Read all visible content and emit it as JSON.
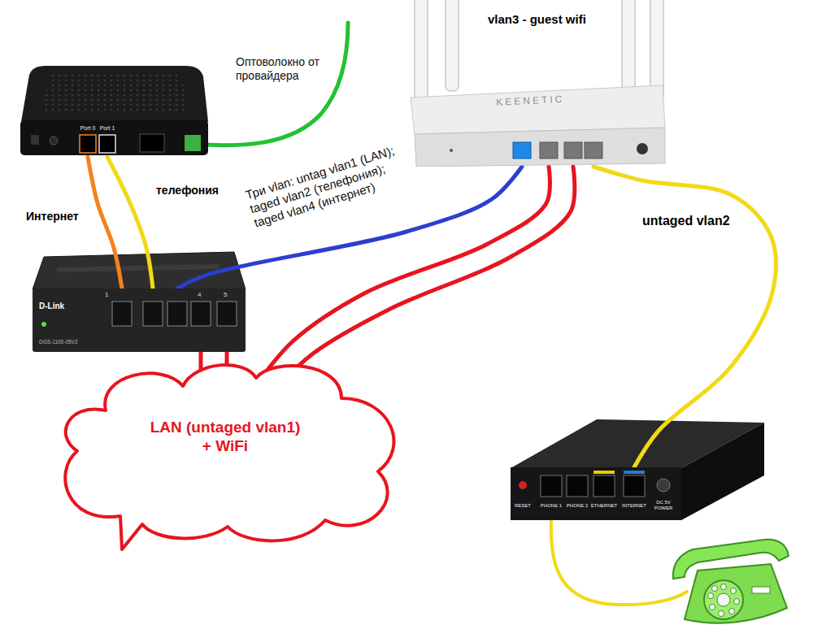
{
  "diagram": {
    "nodes": [
      {
        "text": [
          "Port 0",
          "Port 1"
        ]
      },
      {
        "text": [
          "vlan3 - guest wifi",
          "KEENETIC"
        ]
      },
      {
        "text": [
          "D-Link",
          "1",
          "4",
          "5",
          "DGS-1100-05V2"
        ]
      },
      {
        "text": [
          "LAN (untaged vlan1) + WiFi"
        ]
      },
      {
        "text": [
          "RESET",
          "PHONE 1",
          "PHONE 2",
          "ETHERNET",
          "INTERNET",
          "DC 5V POWER"
        ]
      }
    ],
    "edges": [
      {
        "from": 0,
        "to": 2,
        "arrow": "none",
        "label": "Интернет"
      },
      {
        "from": 0,
        "to": 2,
        "arrow": "none",
        "label": "телефония"
      },
      {
        "from": 2,
        "to": 1,
        "arrow": "none",
        "label": "Три vlan: untag vlan1 (LAN); taged vlan2 (телефония); taged vlan4 (интернет)"
      },
      {
        "from": 2,
        "to": 3,
        "arrow": "none"
      },
      {
        "from": 2,
        "to": 3,
        "arrow": "none"
      },
      {
        "from": 1,
        "to": 3,
        "arrow": "none"
      },
      {
        "from": 1,
        "to": 3,
        "arrow": "none"
      },
      {
        "from": 1,
        "to": 4,
        "arrow": "none",
        "label": "untaged vlan2"
      }
    ],
    "labels": [
      "Оптоволокно от провайдера"
    ]
  }
}
